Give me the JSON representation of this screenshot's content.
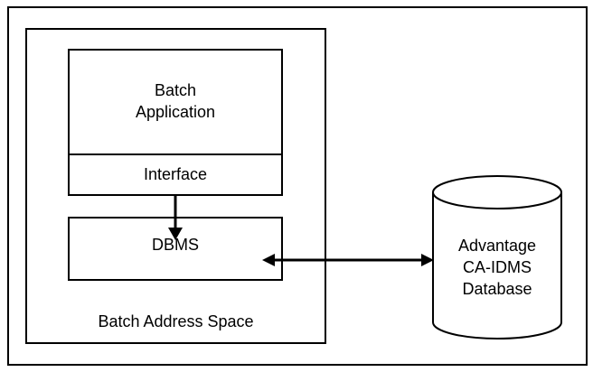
{
  "diagram": {
    "batch_application": "Batch\nApplication",
    "interface": "Interface",
    "dbms": "DBMS",
    "address_space": "Batch Address Space",
    "database": "Advantage\nCA-IDMS\nDatabase"
  }
}
